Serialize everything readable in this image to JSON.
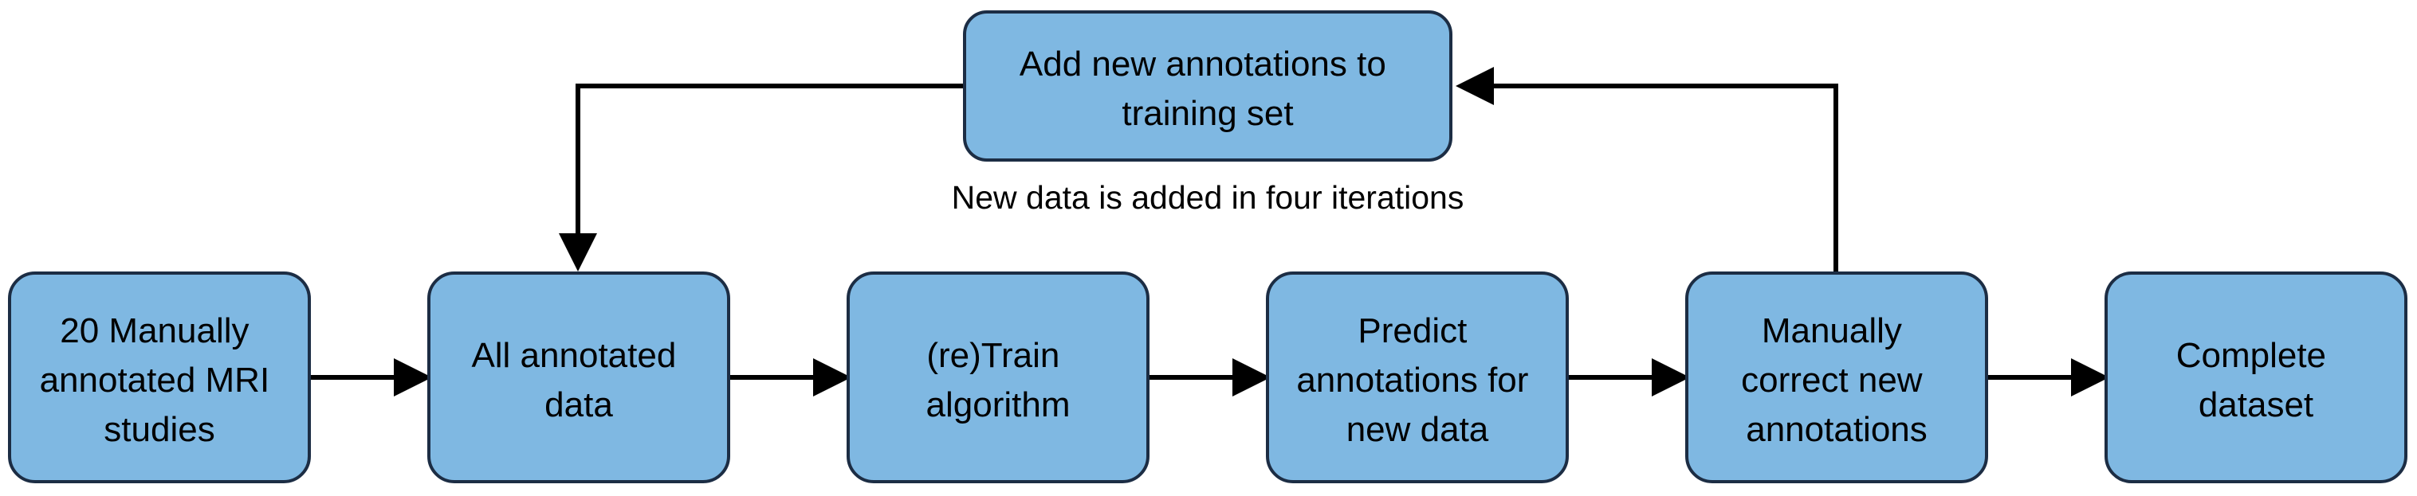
{
  "diagram": {
    "nodes": {
      "manual_studies": [
        "20 Manually",
        "annotated MRI",
        "studies"
      ],
      "all_data": [
        "All annotated",
        "data"
      ],
      "retrain": [
        "(re)Train",
        "algorithm"
      ],
      "predict": [
        "Predict",
        "annotations for",
        "new data"
      ],
      "correct": [
        "Manually",
        "correct new",
        "annotations"
      ],
      "complete": [
        "Complete",
        "dataset"
      ],
      "add_training": [
        "Add new annotations to",
        "training set"
      ]
    },
    "caption": "New data is added in four iterations",
    "colors": {
      "box_fill": "#7fb8e2",
      "box_border": "#1c2d44",
      "arrow": "#000000"
    }
  }
}
